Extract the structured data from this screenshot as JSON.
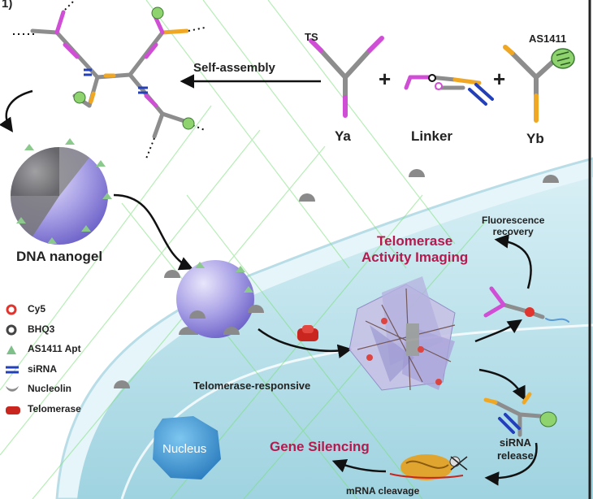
{
  "corner_mark": "1)",
  "labels": {
    "ts": "TS",
    "as1411": "AS1411",
    "self_assembly": "Self-assembly",
    "ya": "Ya",
    "linker": "Linker",
    "yb": "Yb",
    "plus": "+",
    "dna_nanogel": "DNA nanogel",
    "fluorescence_recovery": [
      "Fluorescence",
      "recovery"
    ],
    "telomerase_activity_imaging": [
      "Telomerase",
      "Activity Imaging"
    ],
    "telomerase_responsive": "Telomerase-responsive",
    "nucleus": "Nucleus",
    "gene_silencing": "Gene Silencing",
    "sirna_release": [
      "siRNA",
      "release"
    ],
    "mrna_cleavage": "mRNA cleavage"
  },
  "legend": [
    {
      "icon": "cy5-icon",
      "label": "Cy5",
      "color": "#e0352f"
    },
    {
      "icon": "bhq3-icon",
      "label": "BHQ3",
      "color": "#444444"
    },
    {
      "icon": "aptamer-icon",
      "label": "AS1411 Apt",
      "color": "#7fbf8a"
    },
    {
      "icon": "sirna-icon",
      "label": "siRNA",
      "color": "#2340b8"
    },
    {
      "icon": "nucleolin-icon",
      "label": "Nucleolin",
      "color": "#8a8a8a"
    },
    {
      "icon": "telomerase-icon",
      "label": "Telomerase",
      "color": "#c8261f"
    }
  ],
  "colors": {
    "magenta": "#d04ed6",
    "orange": "#f0a824",
    "gray": "#8d8d8d",
    "blue": "#2340b8",
    "red": "#e0352f",
    "cell_outer": "#cbe9f0",
    "cell_inner": "#a7d7e3",
    "accent_text": "#b5194e"
  }
}
